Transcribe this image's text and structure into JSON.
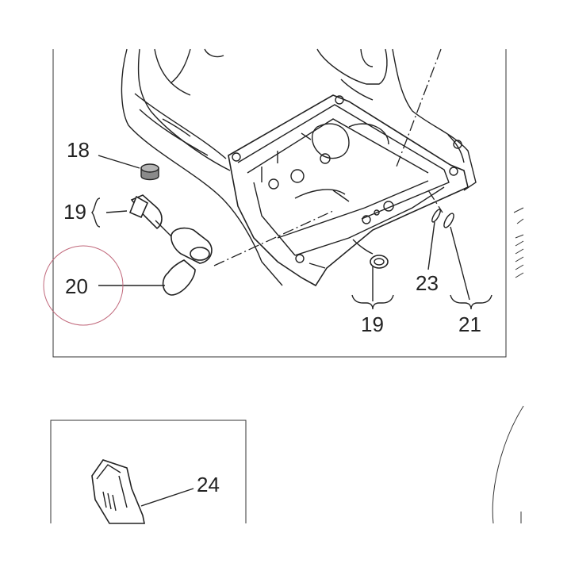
{
  "callouts": {
    "c18": "18",
    "c19_left": "19",
    "c20": "20",
    "c19_bottom": "19",
    "c23": "23",
    "c21": "21",
    "c24": "24"
  },
  "colors": {
    "line": "#222222",
    "highlight_circle": "#c0677a",
    "grommet_fill": "#8a8a8a"
  }
}
